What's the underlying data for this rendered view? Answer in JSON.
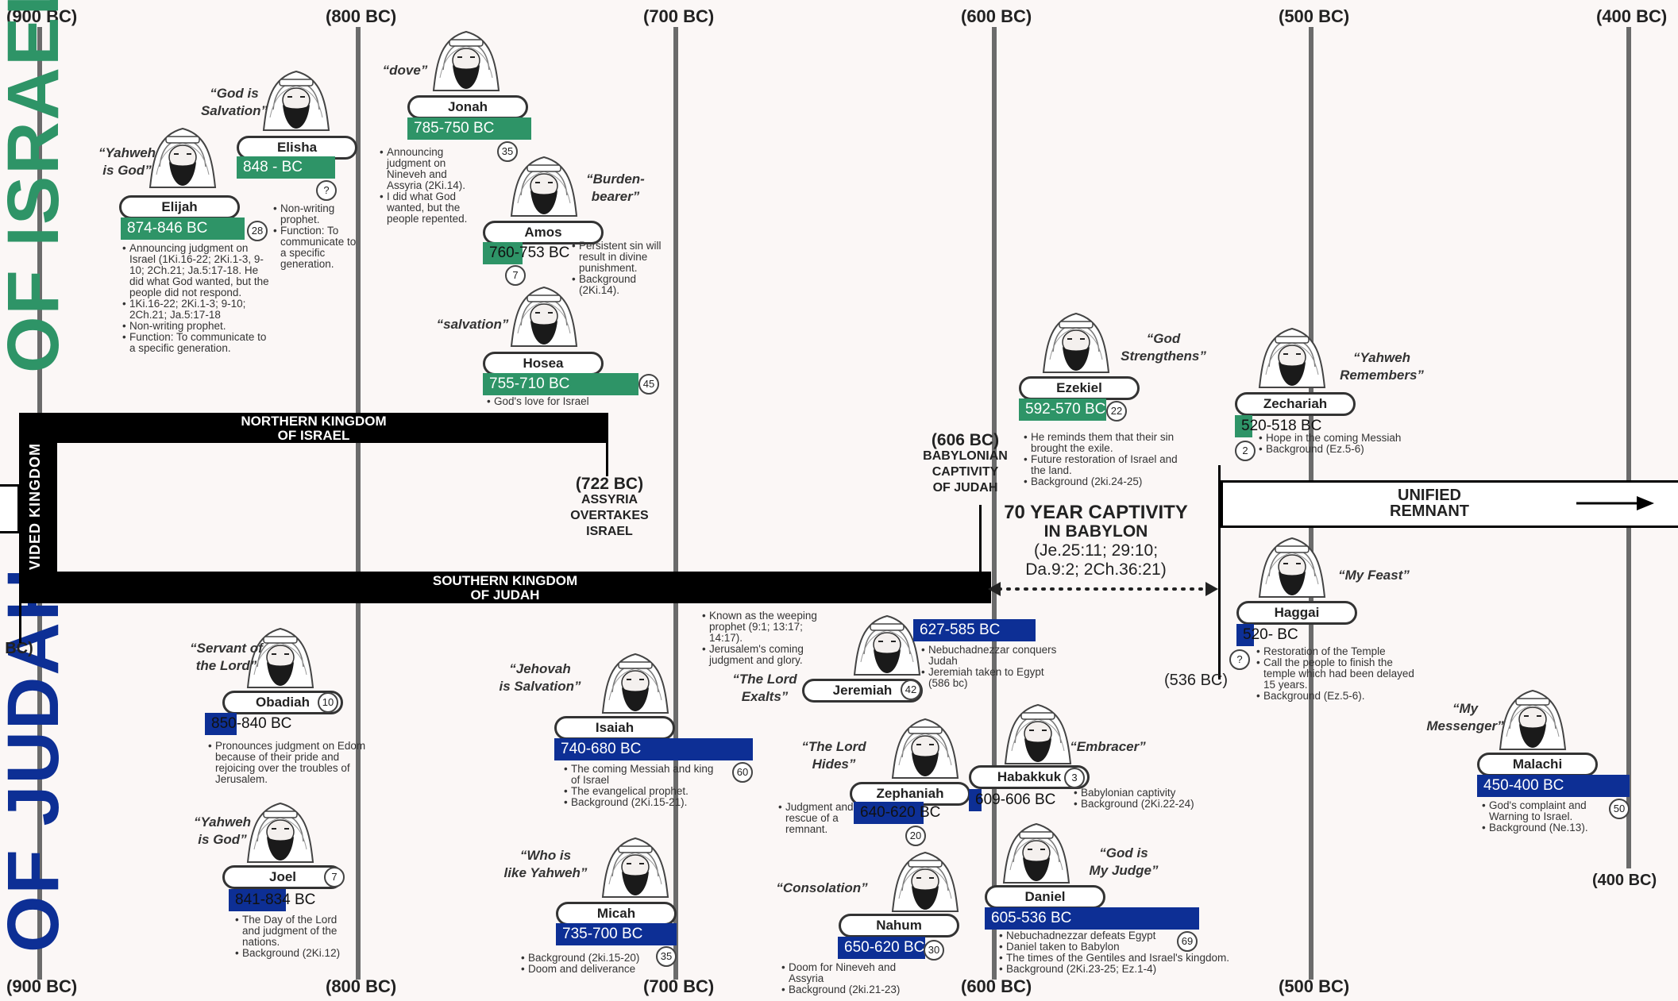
{
  "axis": {
    "top": [
      "(900 BC)",
      "(800 BC)",
      "(700 BC)",
      "(600 BC)",
      "(500 BC)",
      "(400 BC)"
    ],
    "bottom": [
      "(900 BC)",
      "(800 BC)",
      "(700 BC)",
      "(600 BC)",
      "(500 BC)"
    ]
  },
  "side": {
    "israel": "OF ISRAEL",
    "judah": "OF JUDAH",
    "left_bc": ") BC)"
  },
  "kingdoms": {
    "divided": "DIVIDED KINGDOM",
    "northern": [
      "NORTHERN KINGDOM",
      "OF ISRAEL"
    ],
    "southern": [
      "SOUTHERN KINGDOM",
      "OF JUDAH"
    ],
    "unified": [
      "UNIFIED",
      "REMNANT"
    ]
  },
  "events": {
    "assyria": {
      "date": "(722 BC)",
      "lines": [
        "ASSYRIA",
        "OVERTAKES",
        "ISRAEL"
      ]
    },
    "babylon": {
      "date": "(606 BC)",
      "lines": [
        "BABYLONIAN",
        "CAPTIVITY",
        "OF JUDAH"
      ]
    },
    "captivity": {
      "lines": [
        "70 YEAR CAPTIVITY",
        "IN BABYLON",
        "(Je.25:11; 29:10;",
        "Da.9:2; 2Ch.36:21)"
      ]
    },
    "return_date": "(536 BC)",
    "end_date": "(400 BC)"
  },
  "prophets": [
    {
      "name": "Elijah",
      "meaning": [
        "“Yahweh",
        "is God”"
      ],
      "dates": "874-846 BC",
      "kingdom": "israel",
      "badge": "28",
      "notes": [
        "Announcing judgment on Israel (1Ki.16-22; 2Ki.1-3, 9-10; 2Ch.21; Ja.5:17-18. He did what God wanted, but the people did not respond.",
        "1Ki.16-22; 2Ki.1-3; 9-10; 2Ch.21; Ja.5:17-18",
        "Non-writing prophet.",
        "Function: To communicate to a specific generation."
      ]
    },
    {
      "name": "Elisha",
      "meaning": [
        "“God is",
        "Salvation”"
      ],
      "dates": "848 -  BC",
      "kingdom": "israel",
      "badge": "?",
      "notes": [
        "Non-writing prophet.",
        "Function: To communicate to a specific generation."
      ]
    },
    {
      "name": "Jonah",
      "meaning": [
        "“dove”"
      ],
      "dates": "785-750 BC",
      "kingdom": "israel",
      "badge": "35",
      "notes": [
        "Announcing judgment on Nineveh and Assyria (2Ki.14).",
        "I did what God wanted, but the people repented."
      ]
    },
    {
      "name": "Amos",
      "meaning": [
        "“Burden-",
        "bearer”"
      ],
      "dates": "760-753 BC",
      "kingdom": "israel",
      "badge": "7",
      "notes": [
        "Persistent sin will result in divine punishment.",
        "Background (2Ki.14)."
      ]
    },
    {
      "name": "Hosea",
      "meaning": [
        "“salvation”"
      ],
      "dates": "755-710 BC",
      "kingdom": "israel",
      "badge": "45",
      "notes": [
        "God's love for Israel"
      ]
    },
    {
      "name": "Ezekiel",
      "meaning": [
        "“God",
        "Strengthens”"
      ],
      "dates": "592-570 BC",
      "kingdom": "israel",
      "badge": "22",
      "notes": [
        "He reminds them that their sin brought the exile.",
        "Future restoration of Israel and the land.",
        "Background (2ki.24-25)"
      ]
    },
    {
      "name": "Zechariah",
      "meaning": [
        "“Yahweh",
        "Remembers”"
      ],
      "dates": "520-518 BC",
      "kingdom": "israel",
      "badge": "2",
      "notes": [
        "Hope in the coming Messiah",
        "Background (Ez.5-6)"
      ]
    },
    {
      "name": "Obadiah",
      "meaning": [
        "“Servant of",
        "the Lord”"
      ],
      "dates": "850-840 BC",
      "kingdom": "judah",
      "badge": "10",
      "notes": [
        "Pronounces judgment on Edom because of their pride and rejoicing over the troubles of Jerusalem."
      ]
    },
    {
      "name": "Joel",
      "meaning": [
        "“Yahweh",
        "is God”"
      ],
      "dates": "841-834 BC",
      "kingdom": "judah",
      "badge": "7",
      "notes": [
        "The Day of the Lord and judgment of the nations.",
        "Background (2Ki.12)"
      ]
    },
    {
      "name": "Isaiah",
      "meaning": [
        "“Jehovah",
        "is Salvation”"
      ],
      "dates": "740-680 BC",
      "kingdom": "judah",
      "badge": "60",
      "notes": [
        "The coming Messiah and king of Israel",
        "The evangelical prophet.",
        "Background (2Ki.15-21)."
      ]
    },
    {
      "name": "Micah",
      "meaning": [
        "“Who is",
        "like Yahweh”"
      ],
      "dates": "735-700 BC",
      "kingdom": "judah",
      "badge": "35",
      "notes": [
        "Background (2ki.15-20)",
        "Doom and deliverance"
      ]
    },
    {
      "name": "Jeremiah",
      "meaning": [
        "“The Lord",
        "Exalts”"
      ],
      "dates": "627-585 BC",
      "kingdom": "judah",
      "badge": "42",
      "notes": [
        "Nebuchadnezzar conquers Judah",
        "Jeremiah taken to Egypt (586 bc)"
      ],
      "notes2": [
        "Known as the weeping prophet (9:1; 13:17; 14:17).",
        "Jerusalem's coming judgment and glory."
      ]
    },
    {
      "name": "Zephaniah",
      "meaning": [
        "“The Lord",
        "Hides”"
      ],
      "dates": "640-620 BC",
      "kingdom": "judah",
      "badge": "20",
      "notes": [
        "Judgment and rescue of a remnant."
      ]
    },
    {
      "name": "Nahum",
      "meaning": [
        "“Consolation”"
      ],
      "dates": "650-620 BC",
      "kingdom": "judah",
      "badge": "30",
      "notes": [
        "Doom for Nineveh and Assyria",
        "Background (2ki.21-23)"
      ]
    },
    {
      "name": "Habakkuk",
      "meaning": [
        "“Embracer”"
      ],
      "dates": "609-606 BC",
      "kingdom": "judah",
      "badge": "3",
      "notes": [
        "Babylonian captivity",
        "Background (2Ki.22-24)"
      ]
    },
    {
      "name": "Daniel",
      "meaning": [
        "“God is",
        "My Judge”"
      ],
      "dates": "605-536 BC",
      "kingdom": "judah",
      "badge": "69",
      "notes": [
        "Nebuchadnezzar defeats Egypt",
        "Daniel taken to Babylon",
        "The times of the Gentiles and Israel's kingdom.",
        "Background (2Ki.23-25; Ez.1-4)"
      ]
    },
    {
      "name": "Haggai",
      "meaning": [
        "“My Feast”"
      ],
      "dates": "520- BC",
      "kingdom": "judah",
      "badge": "?",
      "notes": [
        "Restoration of the Temple",
        "Call the people to finish the temple which had been delayed 15 years.",
        "Background (Ez.5-6)."
      ]
    },
    {
      "name": "Malachi",
      "meaning": [
        "“My",
        "Messenger”"
      ],
      "dates": "450-400 BC",
      "kingdom": "judah",
      "badge": "50",
      "notes": [
        "God's complaint and Warning to Israel.",
        "Background (Ne.13)."
      ]
    }
  ],
  "colors": {
    "israel": "#2e9467",
    "judah": "#0d2f95",
    "bars": "#000000",
    "axis": "#6b6b6b"
  }
}
